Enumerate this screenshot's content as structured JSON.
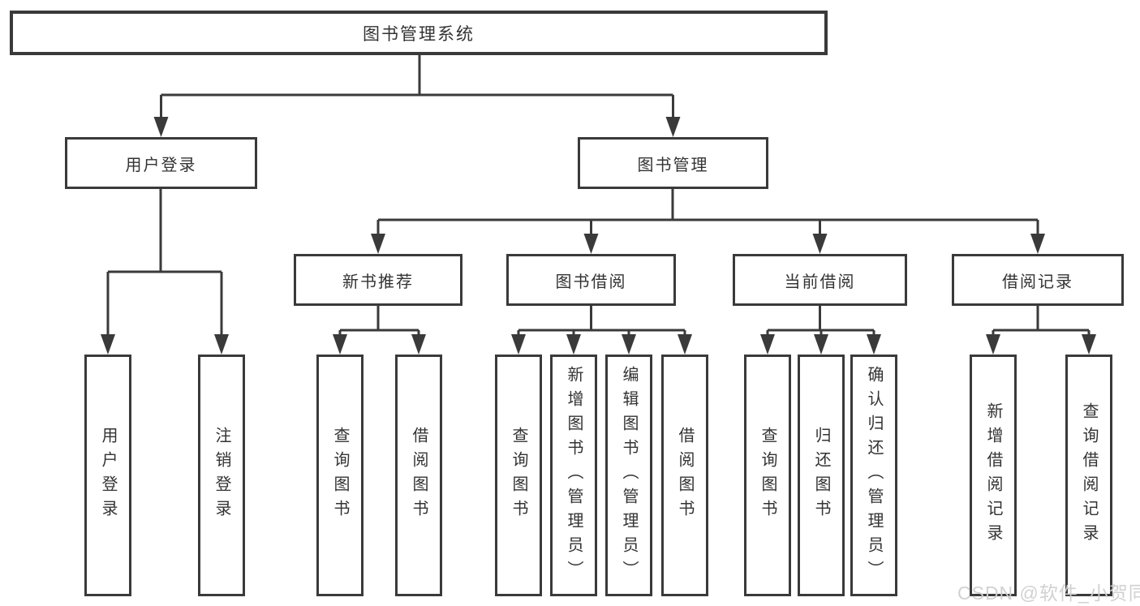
{
  "diagram": {
    "root": {
      "label": "图书管理系统"
    },
    "branches": [
      {
        "label": "用户登录",
        "children": [
          {
            "label": "用户登录"
          },
          {
            "label": "注销登录"
          }
        ]
      },
      {
        "label": "图书管理",
        "children": [
          {
            "label": "新书推荐",
            "children": [
              {
                "label": "查询图书"
              },
              {
                "label": "借阅图书"
              }
            ]
          },
          {
            "label": "图书借阅",
            "children": [
              {
                "label": "查询图书"
              },
              {
                "label": "新增图书（管理员）"
              },
              {
                "label": "编辑图书（管理员）"
              },
              {
                "label": "借阅图书"
              }
            ]
          },
          {
            "label": "当前借阅",
            "children": [
              {
                "label": "查询图书"
              },
              {
                "label": "归还图书"
              },
              {
                "label": "确认归还（管理员）"
              }
            ]
          },
          {
            "label": "借阅记录",
            "children": [
              {
                "label": "新增借阅记录"
              },
              {
                "label": "查询借阅记录"
              }
            ]
          }
        ]
      }
    ],
    "watermark": "CSDN @软件_小贺同学",
    "colors": {
      "line": "#3a3a3a",
      "text": "#333333",
      "background": "#ffffff",
      "watermark": "#cfcfcf"
    }
  }
}
